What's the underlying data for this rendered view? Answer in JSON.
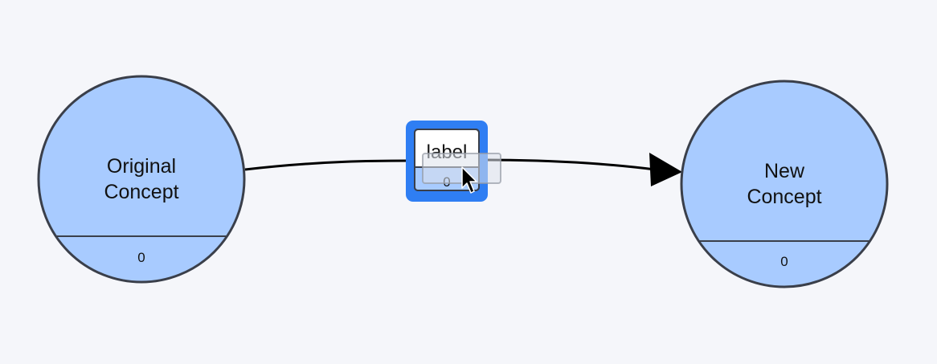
{
  "nodes": [
    {
      "id": "original",
      "title_lines": [
        "Original",
        "Concept"
      ],
      "count": "0"
    },
    {
      "id": "new",
      "title_lines": [
        "New",
        "Concept"
      ],
      "count": "0"
    }
  ],
  "edge": {
    "label": "label",
    "count": "0",
    "selected": true
  },
  "colors": {
    "background": "#f5f6fa",
    "node_fill": "#a8cbff",
    "node_stroke": "#3a3f4a",
    "edge_stroke": "#000000",
    "selection": "#2f7ef3",
    "label_fill": "#ffffff"
  },
  "icons": {
    "cursor": "arrow-cursor-icon",
    "arrowhead": "arrowhead-icon"
  }
}
